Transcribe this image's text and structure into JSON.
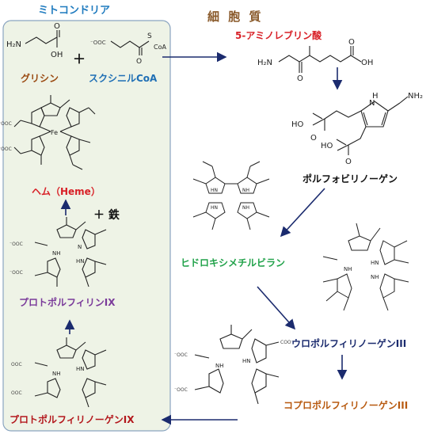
{
  "sections": {
    "mitochondria": "ミトコンドリア",
    "cytoplasm": "細 胞 質"
  },
  "colors": {
    "mito_panel_fill": "#eef3e6",
    "mito_panel_stroke": "#8aa4c0",
    "arrow": "#1b2b6e"
  },
  "start": {
    "glycine": "グリシン",
    "succinyl_coa": "スクシニルCoA",
    "plus": "＋"
  },
  "compounds": {
    "ala": "5-アミノレブリン酸",
    "porphobilinogen": "ポルフォビリノーゲン",
    "hydroxymethylbilane": "ヒドロキシメチルビラン",
    "uroporphyrinogen": "ウロポルフィリノーゲンIII",
    "coproporphyrinogen": "コプロポルフィリノーゲンIII",
    "protoporphyrinogen": "プロトポルフィリノーゲンIX",
    "protoporphyrin": "プロトポルフィリンIX",
    "heme": "ヘム（Heme）",
    "iron": "＋ 鉄"
  },
  "atoms": {
    "nh2": "NH₂",
    "h2n": "H₂N",
    "oh": "OH",
    "ho": "HO",
    "o": "O",
    "s": "S",
    "coa": "CoA",
    "coo_minus": "⁻OOC",
    "ooc": "OOC",
    "coo": "COO⁻",
    "nh": "NH",
    "hn": "HN",
    "n": "N",
    "h": "H",
    "fe": "Fe"
  }
}
